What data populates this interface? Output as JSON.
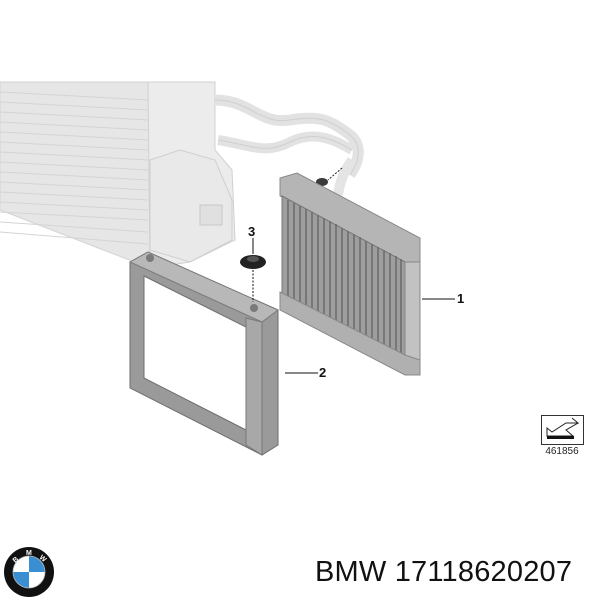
{
  "diagram": {
    "callouts": [
      {
        "id": "1",
        "label": "1",
        "part": "heater-core"
      },
      {
        "id": "2",
        "label": "2",
        "part": "heater-core-frame"
      },
      {
        "id": "3",
        "label": "3",
        "part": "grommet"
      }
    ],
    "reference_number": "461856",
    "colors": {
      "background": "#ffffff",
      "part_gray": "#a9a9a9",
      "ghost_gray": "#e3e3e3",
      "line": "#111111"
    }
  },
  "footer": {
    "brand": "BMW",
    "part_number": "17118620207",
    "title": "BMW 17118620207",
    "logo_letters": [
      "B",
      "M",
      "W"
    ],
    "logo_colors": {
      "blue": "#3a8fd3",
      "white": "#ffffff",
      "ring": "#111111"
    }
  }
}
